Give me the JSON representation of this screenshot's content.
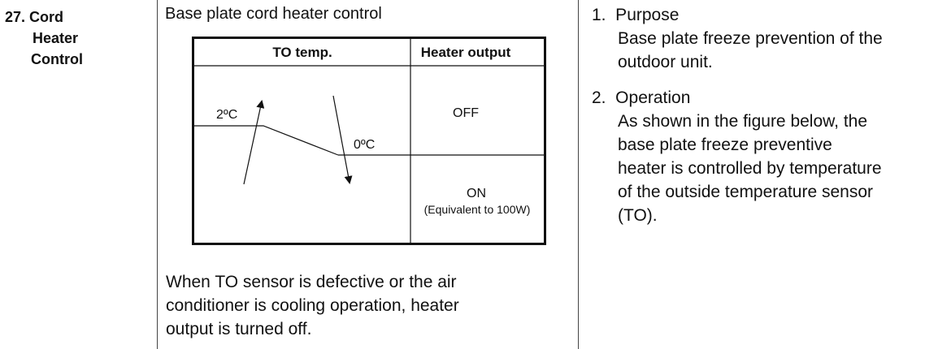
{
  "item": {
    "number": "27.",
    "title_line1": "Cord",
    "title_line2": "Heater",
    "title_line3": "Control"
  },
  "middle": {
    "section_title": "Base plate cord heater control",
    "table": {
      "col1_header": "TO temp.",
      "col2_header": "Heater output",
      "upper_temp_label": "2ºC",
      "lower_temp_label": "0ºC",
      "state_off": "OFF",
      "state_on": "ON",
      "state_on_note": "(Equivalent to 100W)"
    },
    "note_lines": [
      "When TO sensor is defective or the air",
      "conditioner is cooling operation, heater",
      "output is turned off."
    ]
  },
  "right": {
    "purpose": {
      "heading": "1.  Purpose",
      "body_lines": [
        "Base plate freeze prevention of the",
        "outdoor unit."
      ]
    },
    "operation": {
      "heading": "2.  Operation",
      "body_lines": [
        "As shown in the figure below, the",
        "base plate freeze preventive",
        "heater is controlled by temperature",
        "of the outside temperature sensor",
        "(TO)."
      ]
    }
  }
}
